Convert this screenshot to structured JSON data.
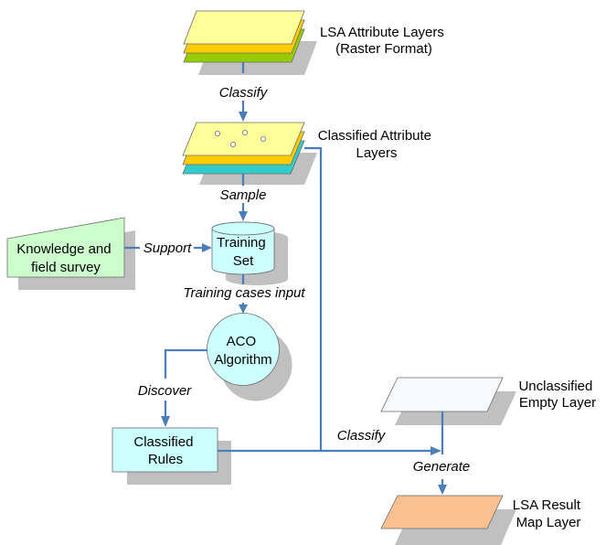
{
  "colors": {
    "layer_yellow": "#FFFF99",
    "layer_orange": "#FFCC00",
    "layer_green": "#99CC00",
    "layer_teal": "#33CCCC",
    "shadow": "#C0C0C0",
    "flow_line": "#4A7EBB",
    "cyan_fill": "#CCFFFF",
    "green_fill": "#CCFFCC",
    "empty_layer_fill": "#F8F8FF",
    "result_layer_fill": "#FAC090",
    "sample_point_fill": "#FFFFFF"
  },
  "nodes": {
    "lsa_attribute_layers": {
      "line1": "LSA Attribute Layers",
      "line2": "(Raster Format)"
    },
    "classified_attribute_layers": {
      "line1": "Classified Attribute",
      "line2": "Layers"
    },
    "knowledge": {
      "line1": "Knowledge and",
      "line2": "field survey"
    },
    "training_set": {
      "line1": "Training",
      "line2": "Set"
    },
    "aco": {
      "line1": "ACO",
      "line2": "Algorithm"
    },
    "classified_rules": {
      "line1": "Classified",
      "line2": "Rules"
    },
    "unclassified_layer": {
      "line1": "Unclassified",
      "line2": "Empty Layer"
    },
    "result_layer": {
      "line1": "LSA Result",
      "line2": "Map Layer"
    }
  },
  "edges": {
    "classify_layers": "Classify",
    "sample": "Sample",
    "support": "Support",
    "training_input": "Training cases input",
    "discover": "Discover",
    "classify_rules": "Classify",
    "generate": "Generate"
  }
}
